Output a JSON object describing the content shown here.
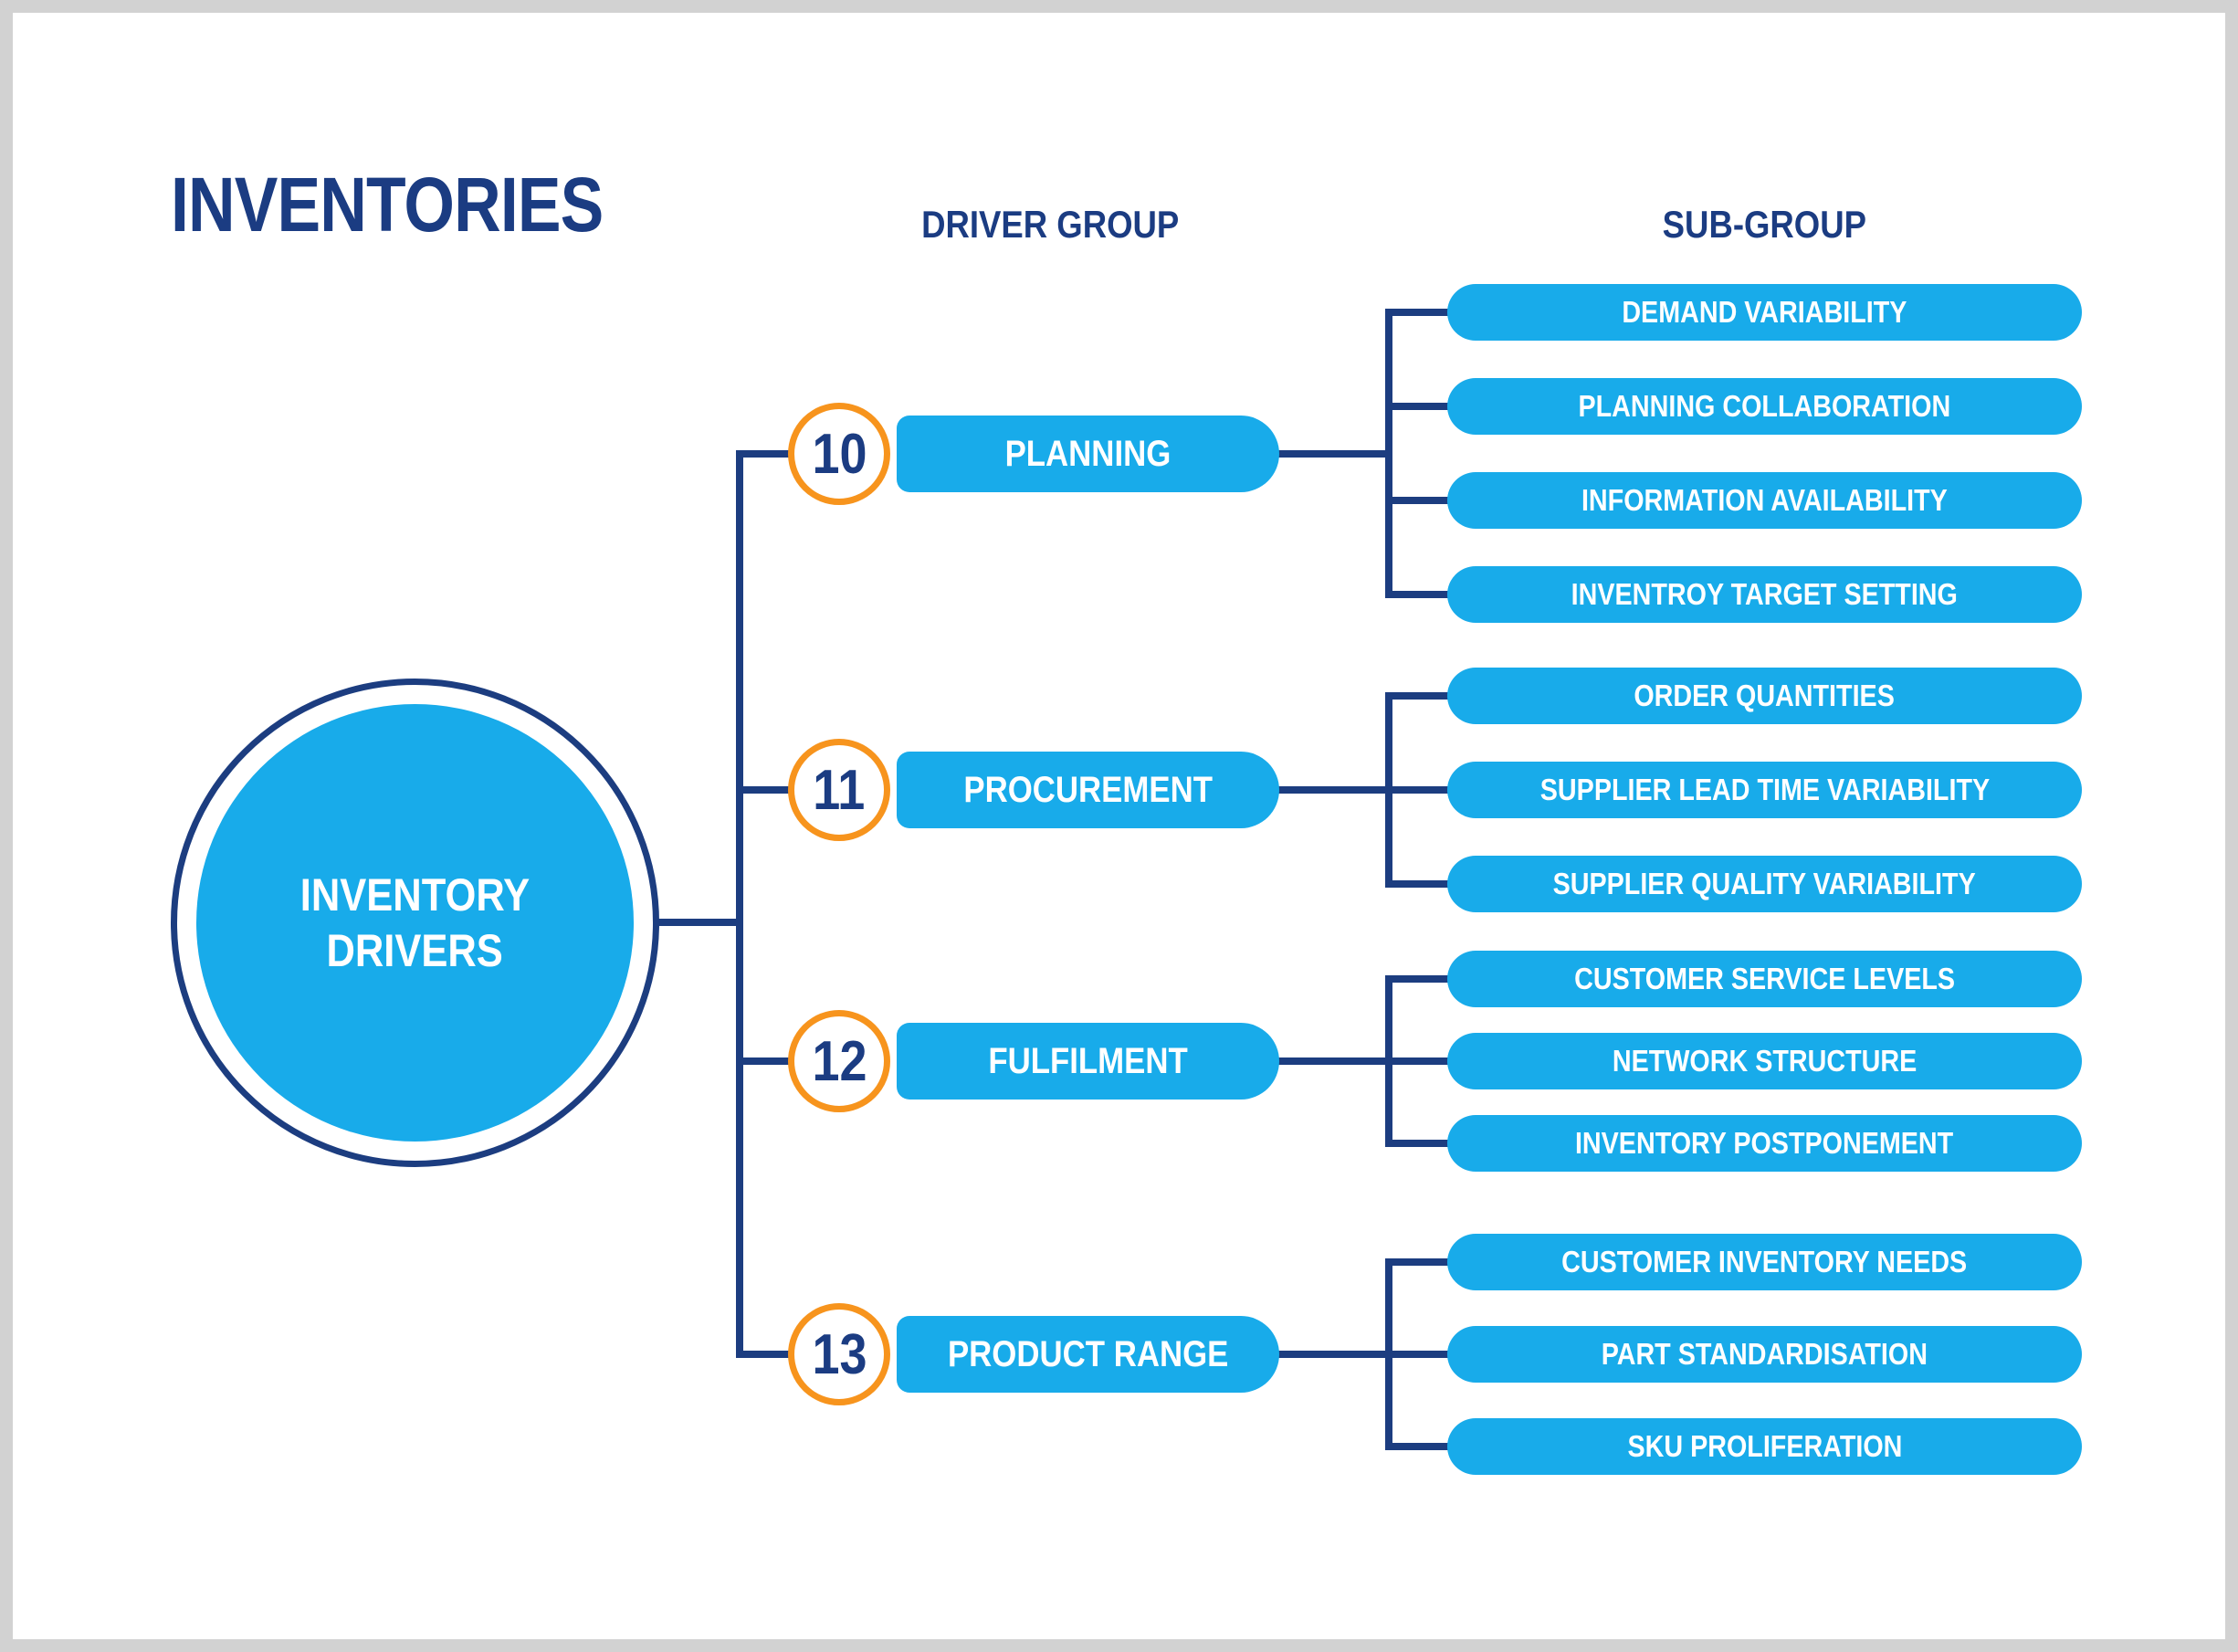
{
  "title": "INVENTORIES",
  "headers": {
    "driver_group": "DRIVER GROUP",
    "sub_group": "SUB-GROUP"
  },
  "root_node": {
    "line1": "INVENTORY",
    "line2": "DRIVERS"
  },
  "groups": [
    {
      "number": "10",
      "label": "PLANNING",
      "subs": [
        "DEMAND VARIABILITY",
        "PLANNING COLLABORATION",
        "INFORMATION AVAILABILITY",
        "INVENTROY TARGET SETTING"
      ]
    },
    {
      "number": "11",
      "label": "PROCUREMENT",
      "subs": [
        "ORDER QUANTITIES",
        "SUPPLIER LEAD TIME VARIABILITY",
        "SUPPLIER QUALITY VARIABILITY"
      ]
    },
    {
      "number": "12",
      "label": "FULFILMENT",
      "subs": [
        "CUSTOMER SERVICE LEVELS",
        "NETWORK STRUCTURE",
        "INVENTORY POSTPONEMENT"
      ]
    },
    {
      "number": "13",
      "label": "PRODUCT RANGE",
      "subs": [
        "CUSTOMER INVENTORY NEEDS",
        "PART STANDARDISATION",
        "SKU PROLIFERATION"
      ]
    }
  ],
  "colors": {
    "blue": "#18ABEA",
    "navy_text": "#1B3C82",
    "navy_line": "#1C3D80",
    "orange": "#F7941D",
    "frame": "#D2D2D2",
    "canvas": "#FFFFFF"
  }
}
